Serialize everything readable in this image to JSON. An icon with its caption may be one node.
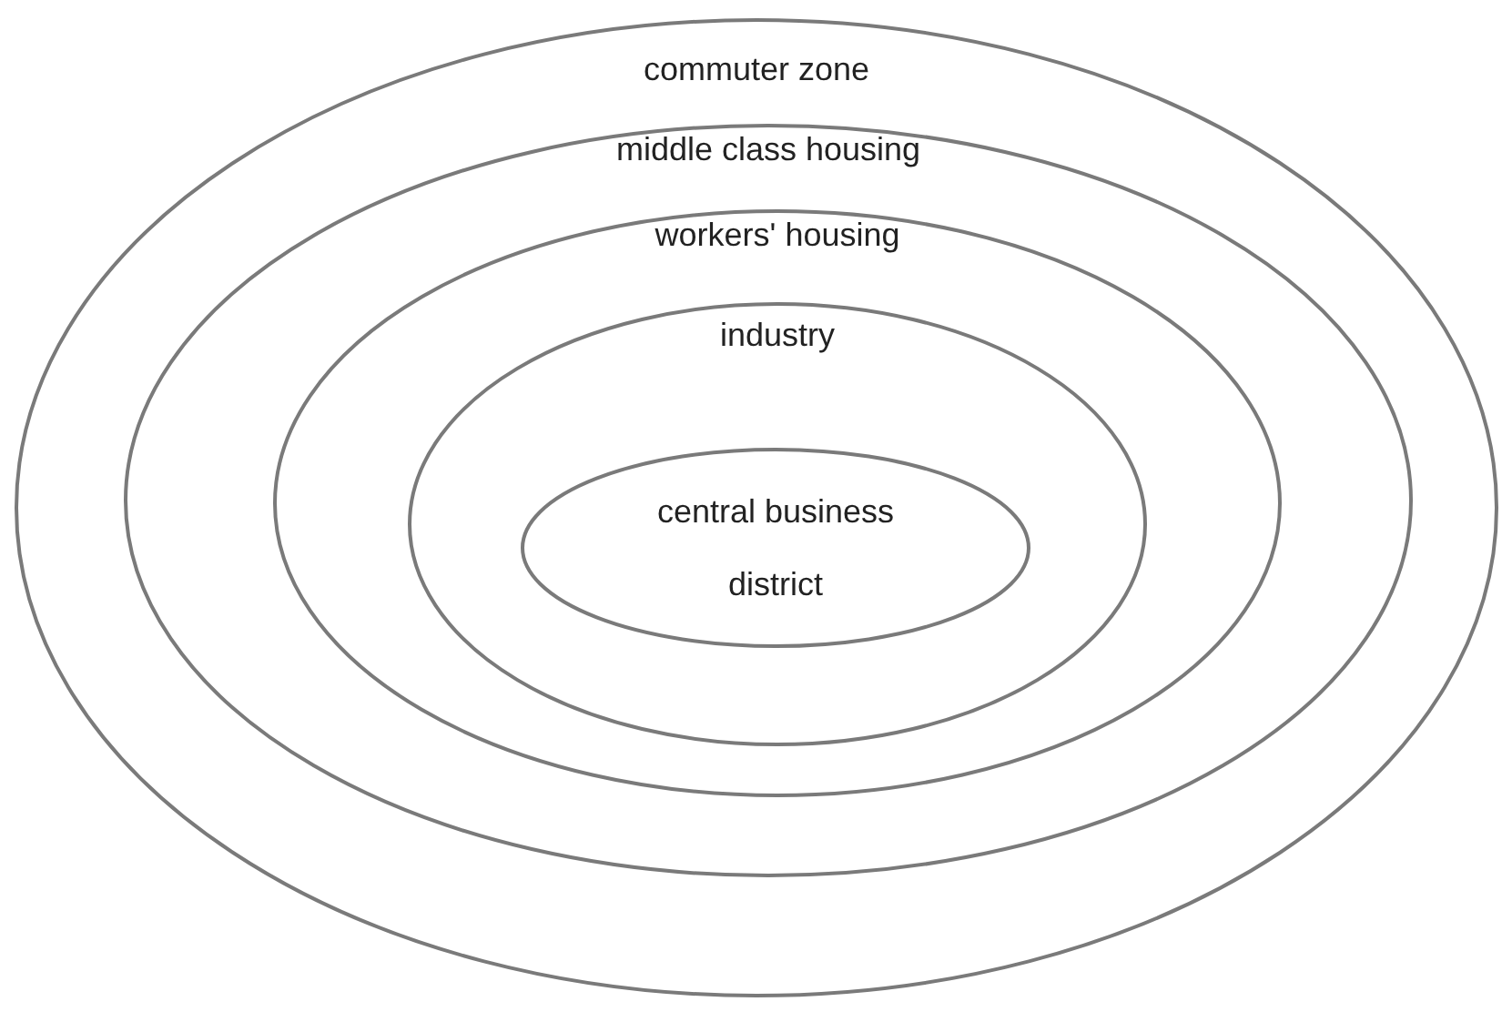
{
  "diagram": {
    "nodes": [
      {
        "text": [
          "commuter zone"
        ]
      },
      {
        "text": [
          "middle class housing"
        ],
        "in": 0
      },
      {
        "text": [
          "workers' housing"
        ],
        "in": 1
      },
      {
        "text": [
          "industry"
        ],
        "in": 2
      },
      {
        "text": [
          "central business district"
        ],
        "in": 3
      }
    ]
  }
}
